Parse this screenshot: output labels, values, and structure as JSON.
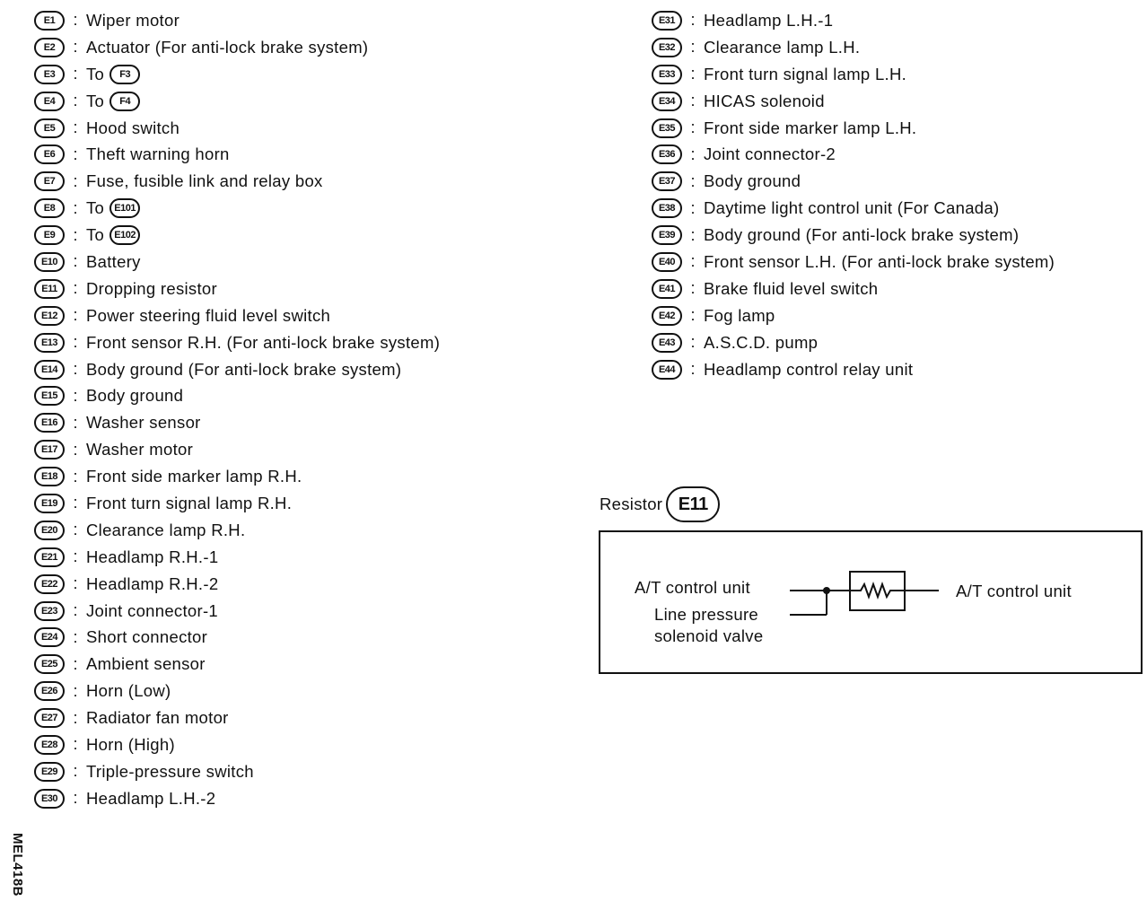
{
  "left_column": [
    {
      "code": "E1",
      "text": "Wiper motor"
    },
    {
      "code": "E2",
      "text": "Actuator (For anti-lock brake system)"
    },
    {
      "code": "E3",
      "text": "To",
      "ref": "F3"
    },
    {
      "code": "E4",
      "text": "To",
      "ref": "F4"
    },
    {
      "code": "E5",
      "text": "Hood switch"
    },
    {
      "code": "E6",
      "text": "Theft warning horn"
    },
    {
      "code": "E7",
      "text": "Fuse, fusible link and relay box"
    },
    {
      "code": "E8",
      "text": "To",
      "ref": "E101"
    },
    {
      "code": "E9",
      "text": "To",
      "ref": "E102"
    },
    {
      "code": "E10",
      "text": "Battery"
    },
    {
      "code": "E11",
      "text": "Dropping resistor"
    },
    {
      "code": "E12",
      "text": "Power steering fluid level switch"
    },
    {
      "code": "E13",
      "text": "Front sensor R.H. (For anti-lock brake system)"
    },
    {
      "code": "E14",
      "text": "Body ground (For anti-lock brake system)"
    },
    {
      "code": "E15",
      "text": "Body ground"
    },
    {
      "code": "E16",
      "text": "Washer sensor"
    },
    {
      "code": "E17",
      "text": "Washer motor"
    },
    {
      "code": "E18",
      "text": "Front side marker lamp R.H."
    },
    {
      "code": "E19",
      "text": "Front turn signal lamp R.H."
    },
    {
      "code": "E20",
      "text": "Clearance lamp R.H."
    },
    {
      "code": "E21",
      "text": "Headlamp R.H.-1"
    },
    {
      "code": "E22",
      "text": "Headlamp R.H.-2"
    },
    {
      "code": "E23",
      "text": "Joint connector-1"
    },
    {
      "code": "E24",
      "text": "Short connector"
    },
    {
      "code": "E25",
      "text": "Ambient sensor"
    },
    {
      "code": "E26",
      "text": "Horn (Low)"
    },
    {
      "code": "E27",
      "text": "Radiator fan motor"
    },
    {
      "code": "E28",
      "text": "Horn (High)"
    },
    {
      "code": "E29",
      "text": "Triple-pressure switch"
    },
    {
      "code": "E30",
      "text": "Headlamp L.H.-2"
    }
  ],
  "right_column": [
    {
      "code": "E31",
      "text": "Headlamp L.H.-1"
    },
    {
      "code": "E32",
      "text": "Clearance lamp L.H."
    },
    {
      "code": "E33",
      "text": "Front turn signal lamp L.H."
    },
    {
      "code": "E34",
      "text": "HICAS solenoid"
    },
    {
      "code": "E35",
      "text": "Front side marker lamp L.H."
    },
    {
      "code": "E36",
      "text": "Joint connector-2"
    },
    {
      "code": "E37",
      "text": "Body ground"
    },
    {
      "code": "E38",
      "text": "Daytime light control unit (For Canada)"
    },
    {
      "code": "E39",
      "text": "Body ground (For anti-lock brake system)"
    },
    {
      "code": "E40",
      "text": "Front sensor L.H. (For anti-lock brake system)"
    },
    {
      "code": "E41",
      "text": "Brake fluid level switch"
    },
    {
      "code": "E42",
      "text": "Fog lamp"
    },
    {
      "code": "E43",
      "text": "A.S.C.D. pump"
    },
    {
      "code": "E44",
      "text": "Headlamp control relay unit"
    }
  ],
  "separator": ":",
  "resistor": {
    "title": "Resistor",
    "code": "E11",
    "label_in": "A/T control unit",
    "label_line1": "Line pressure",
    "label_line2": "solenoid valve",
    "label_out": "A/T control unit"
  },
  "figure_id": "MEL418B"
}
